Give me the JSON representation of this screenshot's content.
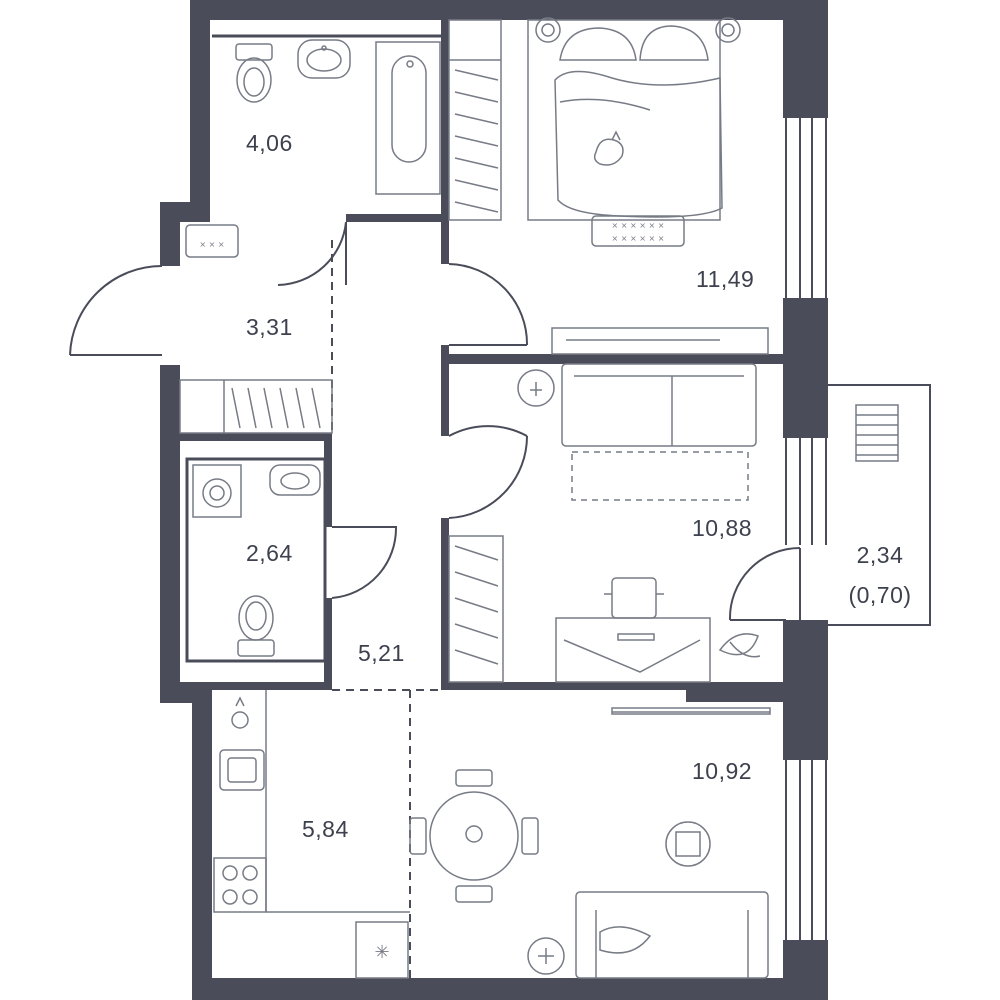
{
  "colors": {
    "wall": "#4a4d59",
    "line": "#4a4d59",
    "furniture": "#777b85",
    "text": "#3d414d",
    "background": "#ffffff"
  },
  "rooms": {
    "bathroom": {
      "area": "4,06"
    },
    "hall": {
      "area": "3,31"
    },
    "wc": {
      "area": "2,64"
    },
    "corridor": {
      "area": "5,21"
    },
    "kitchen": {
      "area": "5,84"
    },
    "bedroom": {
      "area": "11,49"
    },
    "study": {
      "area": "10,88"
    },
    "living": {
      "area": "10,92"
    },
    "balcony": {
      "area": "2,34",
      "area_reduced": "(0,70)"
    }
  },
  "icons": [
    "toilet-icon",
    "sink-icon",
    "bathtub-icon",
    "washing-machine-icon",
    "bed-icon",
    "cat-icon",
    "wardrobe-icon",
    "sofa-icon",
    "desk-icon",
    "office-chair-icon",
    "plant-icon",
    "tv-icon",
    "dining-table-icon",
    "stove-icon",
    "kitchen-sink-icon",
    "robot-vacuum-icon",
    "deck-chair-icon"
  ]
}
